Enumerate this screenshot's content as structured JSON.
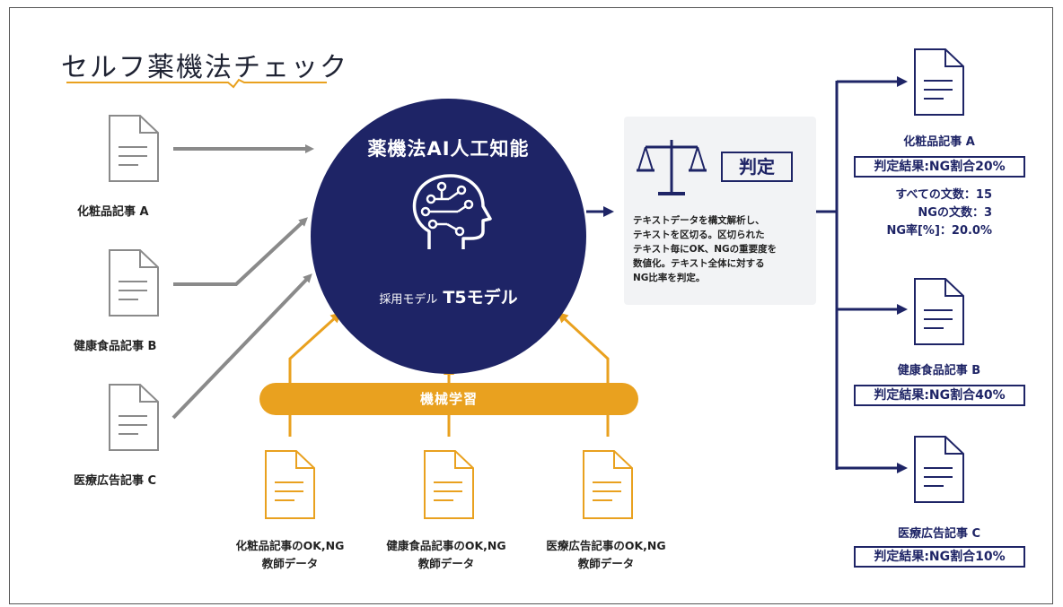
{
  "title": "セルフ薬機法チェック",
  "inputs": [
    {
      "label": "化粧品記事 A"
    },
    {
      "label": "健康食品記事 B"
    },
    {
      "label": "医療広告記事 C"
    }
  ],
  "ai": {
    "title": "薬機法AI人工知能",
    "model_prefix": "採用モデル",
    "model_name": "T5モデル"
  },
  "machine_learning": "機械学習",
  "teacher_data": [
    {
      "line1": "化粧品記事のOK,NG",
      "line2": "教師データ"
    },
    {
      "line1": "健康食品記事のOK,NG",
      "line2": "教師データ"
    },
    {
      "line1": "医療広告記事のOK,NG",
      "line2": "教師データ"
    }
  ],
  "judgement": {
    "label": "判定",
    "description": [
      "テキストデータを構文解析し、",
      "テキストを区切る。区切られた",
      "テキスト毎にOK、NGの重要度を",
      "数値化。テキスト全体に対する",
      "NG比率を判定。"
    ]
  },
  "outputs": [
    {
      "title": "化粧品記事 A",
      "result": "判定結果:NG割合20%"
    },
    {
      "title": "健康食品記事 B",
      "result": "判定結果:NG割合40%"
    },
    {
      "title": "医療広告記事 C",
      "result": "判定結果:NG割合10%"
    }
  ],
  "stats": [
    "すべての文数：15",
    "NGの文数：3",
    "NG率[%]：20.0%"
  ],
  "colors": {
    "navy": "#1e2466",
    "orange": "#e9a11f",
    "gray": "#8a8a8a"
  }
}
